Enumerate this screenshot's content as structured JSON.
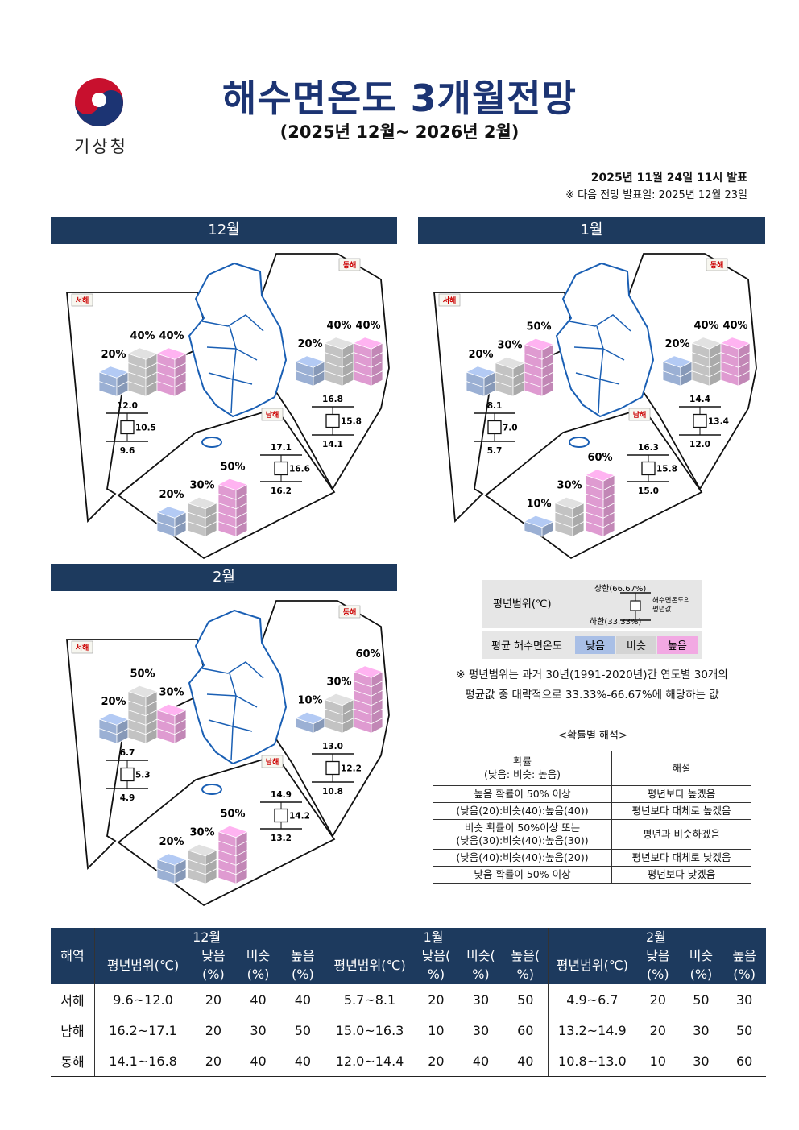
{
  "header": {
    "agency": "기상청",
    "title": "해수면온도 3개월전망",
    "period": "(2025년 12월~ 2026년 2월)",
    "issued": "2025년 11월 24일 11시 발표",
    "next_issue": "※ 다음 전망 발표일: 2025년 12월 23일"
  },
  "colors": {
    "low": "#a9bfe6",
    "normal": "#d4d4d4",
    "high": "#f2a9e3",
    "navy": "#1d3a5e",
    "title": "#1c3473"
  },
  "months": [
    {
      "label": "12월",
      "regions": [
        {
          "name": "서해",
          "low": "20%",
          "normal": "40%",
          "high": "40%",
          "upper": "12.0",
          "mean": "10.5",
          "lower": "9.6"
        },
        {
          "name": "동해",
          "low": "20%",
          "normal": "40%",
          "high": "40%",
          "upper": "16.8",
          "mean": "15.8",
          "lower": "14.1"
        },
        {
          "name": "남해",
          "low": "20%",
          "normal": "30%",
          "high": "50%",
          "upper": "17.1",
          "mean": "16.6",
          "lower": "16.2"
        }
      ]
    },
    {
      "label": "1월",
      "regions": [
        {
          "name": "서해",
          "low": "20%",
          "normal": "30%",
          "high": "50%",
          "upper": "8.1",
          "mean": "7.0",
          "lower": "5.7"
        },
        {
          "name": "동해",
          "low": "20%",
          "normal": "40%",
          "high": "40%",
          "upper": "14.4",
          "mean": "13.4",
          "lower": "12.0"
        },
        {
          "name": "남해",
          "low": "10%",
          "normal": "30%",
          "high": "60%",
          "upper": "16.3",
          "mean": "15.8",
          "lower": "15.0"
        }
      ]
    },
    {
      "label": "2월",
      "regions": [
        {
          "name": "서해",
          "low": "20%",
          "normal": "50%",
          "high": "30%",
          "upper": "6.7",
          "mean": "5.3",
          "lower": "4.9"
        },
        {
          "name": "동해",
          "low": "10%",
          "normal": "30%",
          "high": "60%",
          "upper": "13.0",
          "mean": "12.2",
          "lower": "10.8"
        },
        {
          "name": "남해",
          "low": "20%",
          "normal": "30%",
          "high": "50%",
          "upper": "14.9",
          "mean": "14.2",
          "lower": "13.2"
        }
      ]
    }
  ],
  "legend": {
    "range_label": "평년범위(℃)",
    "upper": "상한(66.67%)",
    "lower": "하한(33.33%)",
    "mean_note": "해수면온도의 평년값",
    "avg_label": "평균 해수면온도",
    "low": "낮음",
    "normal": "비슷",
    "high": "높음"
  },
  "note": [
    "※ 평년범위는 과거 30년(1991-2020년)간 연도별 30개의",
    "평균값 중 대략적으로 33.33%-66.67%에 해당하는 값"
  ],
  "interpretation": {
    "title": "<확률별 해석>",
    "head_prob": "확률",
    "head_prob_sub": "(낮음: 비슷: 높음)",
    "head_desc": "해설",
    "rows": [
      {
        "prob": "높음 확률이 50% 이상",
        "desc": "평년보다 높겠음"
      },
      {
        "prob": "(낮음(20):비슷(40):높음(40))",
        "desc": "평년보다 대체로 높겠음"
      },
      {
        "prob": "비슷 확률이 50%이상 또는",
        "prob2": "(낮음(30):비슷(40):높음(30))",
        "desc": "평년과 비슷하겠음"
      },
      {
        "prob": "(낮음(40):비슷(40):높음(20))",
        "desc": "평년보다 대체로 낮겠음"
      },
      {
        "prob": "낮음 확률이 50% 이상",
        "desc": "평년보다 낮겠음"
      }
    ]
  },
  "summary": {
    "region_head": "해역",
    "months": [
      "12월",
      "1월",
      "2월"
    ],
    "cols": {
      "range": "평년범위(℃)",
      "low": "낮음",
      "normal": "비슷",
      "high": "높음",
      "unit": "(%)"
    },
    "cols_jan": {
      "low": "낮음(",
      "normal": "비슷(",
      "high": "높음(",
      "unit": "%)"
    },
    "rows": [
      {
        "region": "서해",
        "dec": [
          "9.6~12.0",
          "20",
          "40",
          "40"
        ],
        "jan": [
          "5.7~8.1",
          "20",
          "30",
          "50"
        ],
        "feb": [
          "4.9~6.7",
          "20",
          "50",
          "30"
        ]
      },
      {
        "region": "남해",
        "dec": [
          "16.2~17.1",
          "20",
          "30",
          "50"
        ],
        "jan": [
          "15.0~16.3",
          "10",
          "30",
          "60"
        ],
        "feb": [
          "13.2~14.9",
          "20",
          "30",
          "50"
        ]
      },
      {
        "region": "동해",
        "dec": [
          "14.1~16.8",
          "20",
          "40",
          "40"
        ],
        "jan": [
          "12.0~14.4",
          "20",
          "40",
          "40"
        ],
        "feb": [
          "10.8~13.0",
          "10",
          "30",
          "60"
        ]
      }
    ]
  }
}
